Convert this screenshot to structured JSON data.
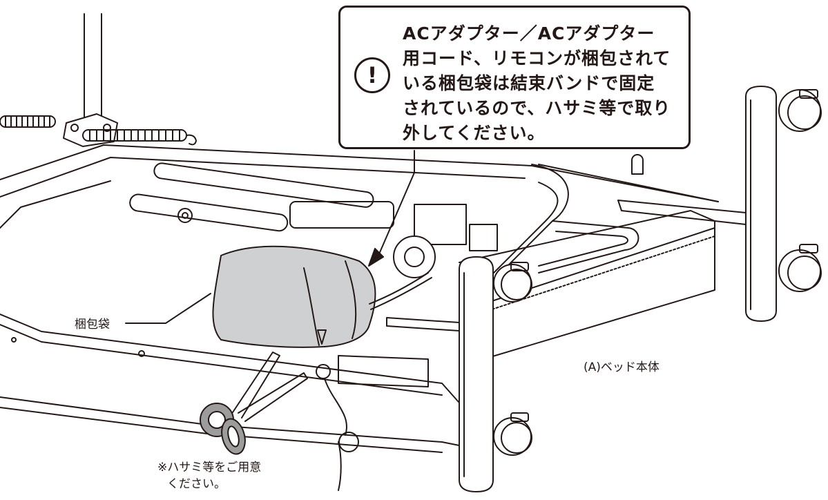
{
  "callout": {
    "icon": "exclamation-icon",
    "lines": [
      "ACアダプター／ACアダプター",
      "用コード、リモコンが梱包されて",
      "いる梱包袋は結束バンドで固定",
      "されているので、ハサミ等で取り",
      "外してください。"
    ]
  },
  "labels": {
    "bag": "梱包袋",
    "bed": "(A)ベッド本体",
    "scissors_note": [
      "※ハサミ等をご用意",
      "ください。"
    ]
  },
  "colors": {
    "line": "#231815",
    "bag": "#cfd0d1",
    "grip": "#9c9c9c"
  }
}
